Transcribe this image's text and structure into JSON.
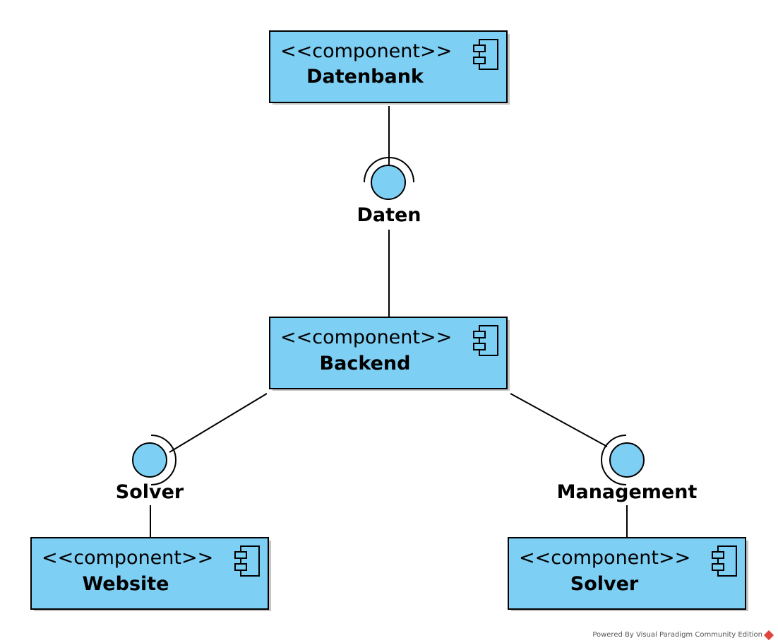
{
  "diagram": {
    "stereotype": "<<component>>",
    "components": {
      "datenbank": "Datenbank",
      "backend": "Backend",
      "website": "Website",
      "solver": "Solver"
    },
    "interfaces": {
      "daten": "Daten",
      "solver": "Solver",
      "management": "Management"
    }
  },
  "footer": {
    "text": "Powered By Visual Paradigm Community Edition"
  },
  "colors": {
    "component_fill": "#7ecff4",
    "stroke": "#000000"
  }
}
